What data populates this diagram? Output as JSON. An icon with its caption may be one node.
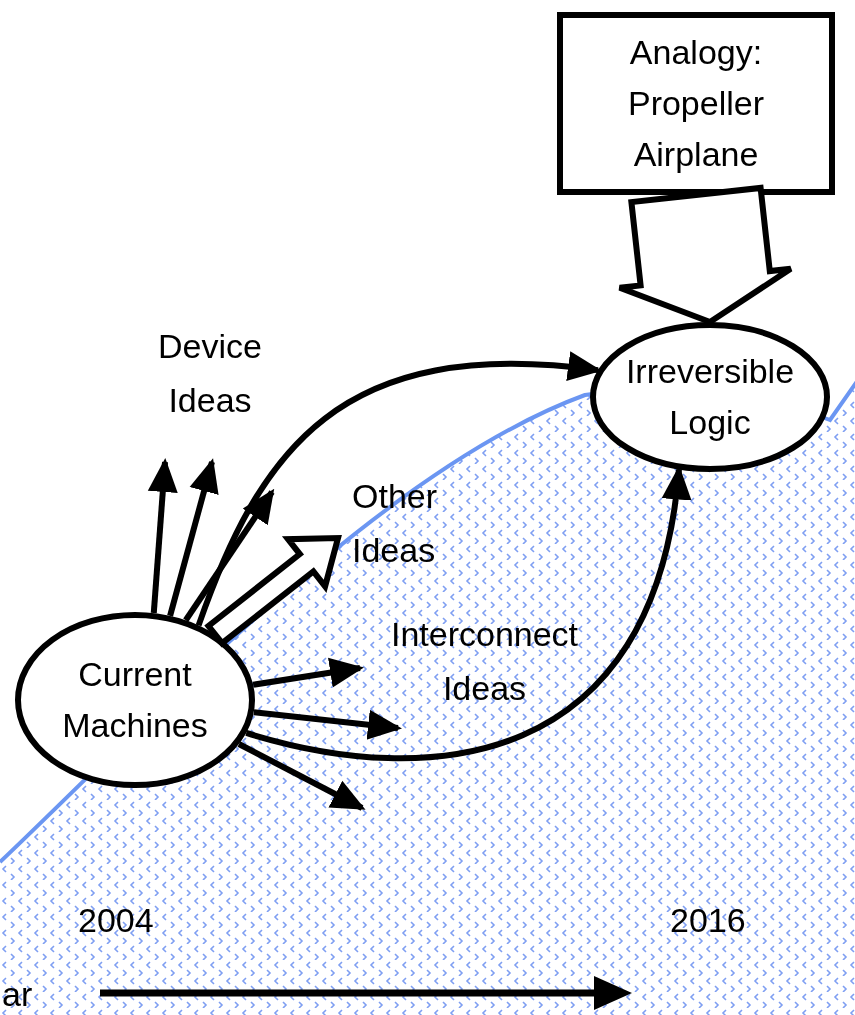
{
  "diagram": {
    "nodes": [
      {
        "text": [
          "Analogy: Propeller Airplane"
        ]
      },
      {
        "text": [
          "Irreversible Logic"
        ]
      },
      {
        "text": [
          "Current Machines"
        ]
      }
    ],
    "edges": [
      {
        "from": 0,
        "to": 1,
        "arrow": "to",
        "style": "thick"
      },
      {
        "from": 2,
        "to": 1,
        "arrow": "to"
      },
      {
        "from": 2,
        "to": 1,
        "arrow": "to"
      },
      {
        "from": 2,
        "to": null,
        "arrow": "to"
      },
      {
        "from": 2,
        "to": null,
        "arrow": "to"
      },
      {
        "from": 2,
        "to": null,
        "arrow": "to"
      },
      {
        "from": 2,
        "to": null,
        "arrow": "to",
        "style": "thick"
      },
      {
        "from": 2,
        "to": null,
        "arrow": "to"
      },
      {
        "from": 2,
        "to": null,
        "arrow": "to"
      },
      {
        "from": 2,
        "to": null,
        "arrow": "to"
      }
    ],
    "labels": [
      "Device Ideas",
      "Other Ideas",
      "Interconnect Ideas",
      "2004",
      "2016",
      "ar"
    ]
  }
}
